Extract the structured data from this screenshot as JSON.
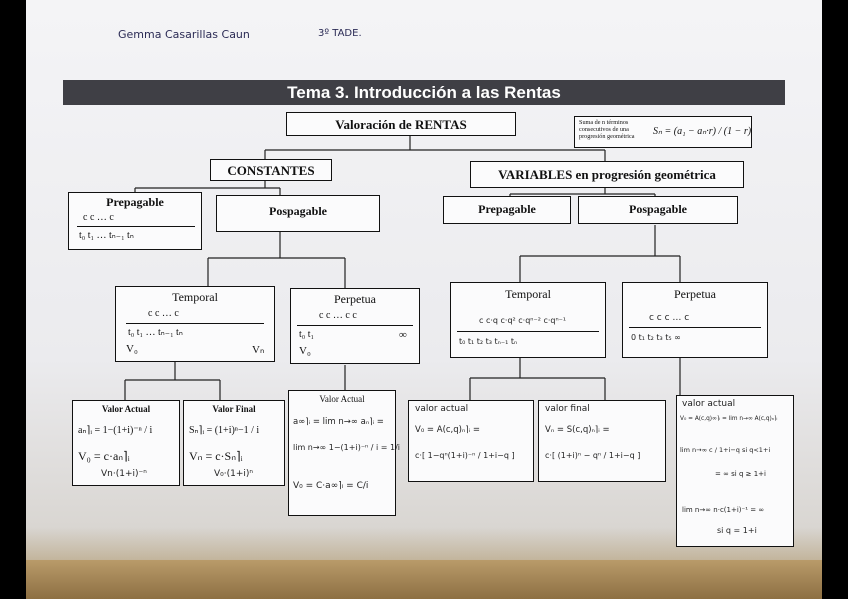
{
  "header": {
    "student": "Gemma Casarillas Caun",
    "course": "3º TADE."
  },
  "banner": {
    "title": "Tema 3. Introducción a las Rentas"
  },
  "root": {
    "label": "Valoración de RENTAS"
  },
  "formula_box": {
    "text": "Suma de n términos consecutivos de una progresión geométrica",
    "formula": "Sₙ = (a₁ − aₙ·r) / (1 − r)"
  },
  "constantes": {
    "label": "CONSTANTES",
    "prepagable": {
      "label": "Prepagable",
      "flows": "c   c   …   c",
      "times": "t₀  t₁   …  tₙ₋₁ tₙ"
    },
    "pospagable": {
      "label": "Pospagable"
    },
    "temporal": {
      "label": "Temporal",
      "flows": "c   c   …   c",
      "times": "t₀  t₁   …   tₙ₋₁ tₙ",
      "v0": "V₀",
      "vn": "Vₙ"
    },
    "perpetua": {
      "label": "Perpetua",
      "flows": "c   c   …  c   c",
      "times": "t₀  t₁",
      "inf": "∞",
      "v0": "V₀"
    },
    "valor_actual": {
      "label": "Valor Actual",
      "line1": "aₙ⌉ᵢ = 1−(1+i)⁻ⁿ / i",
      "line2": "V₀ = c·aₙ⌉ᵢ",
      "line3": "Vn·(1+i)⁻ⁿ"
    },
    "valor_final": {
      "label": "Valor Final",
      "line1": "Sₙ⌉ᵢ = (1+i)ⁿ−1 / i",
      "line2": "Vₙ = c·Sₙ⌉ᵢ",
      "line3": "V₀·(1+i)ⁿ"
    },
    "perp_valor_actual": {
      "label": "Valor Actual",
      "line1": "a∞⌉ᵢ = lim n→∞ aₙ⌉ᵢ =",
      "line2": "lim n→∞ 1−(1+i)⁻ⁿ / i = 1/i",
      "line3": "V₀ = C·a∞⌉ᵢ = C/i"
    }
  },
  "variables": {
    "label": "VARIABLES en progresión geométrica",
    "prepagable": {
      "label": "Prepagable"
    },
    "pospagable": {
      "label": "Pospagable"
    },
    "temporal": {
      "label": "Temporal",
      "flows": "c  c·q  c·q²  c·qⁿ⁻²   c·qⁿ⁻¹",
      "times": "t₀  t₁   t₂   t₃    tₙ₋₁      tₙ"
    },
    "perpetua": {
      "label": "Perpetua",
      "flows": "c   c   c  …  c",
      "times": "0  t₁  t₂  t₃    t₅  ∞"
    },
    "valor_actual": {
      "label": "valor actual",
      "line1": "V₀ = A(c,q)ₙ⌉ᵢ =",
      "line2": "c·[ 1−qⁿ(1+i)⁻ⁿ / 1+i−q ]"
    },
    "valor_final": {
      "label": "valor final",
      "line1": "Vₙ = S(c,q)ₙ⌉ᵢ =",
      "line2": "c·[ (1+i)ⁿ − qⁿ / 1+i−q ]"
    },
    "perp_valor_actual": {
      "label": "valor actual",
      "line1": "V₀ = A(c,q)∞⌉ᵢ = lim n→∞ A(c,q)ₙ⌉ᵢ",
      "line2": "lim n→∞  c / 1+i−q   si q<1+i",
      "line3": "= ∞   si q ≥ 1+i",
      "line4": "lim n→∞ n·c(1+i)⁻¹ = ∞",
      "line5": "si q = 1+i"
    }
  }
}
